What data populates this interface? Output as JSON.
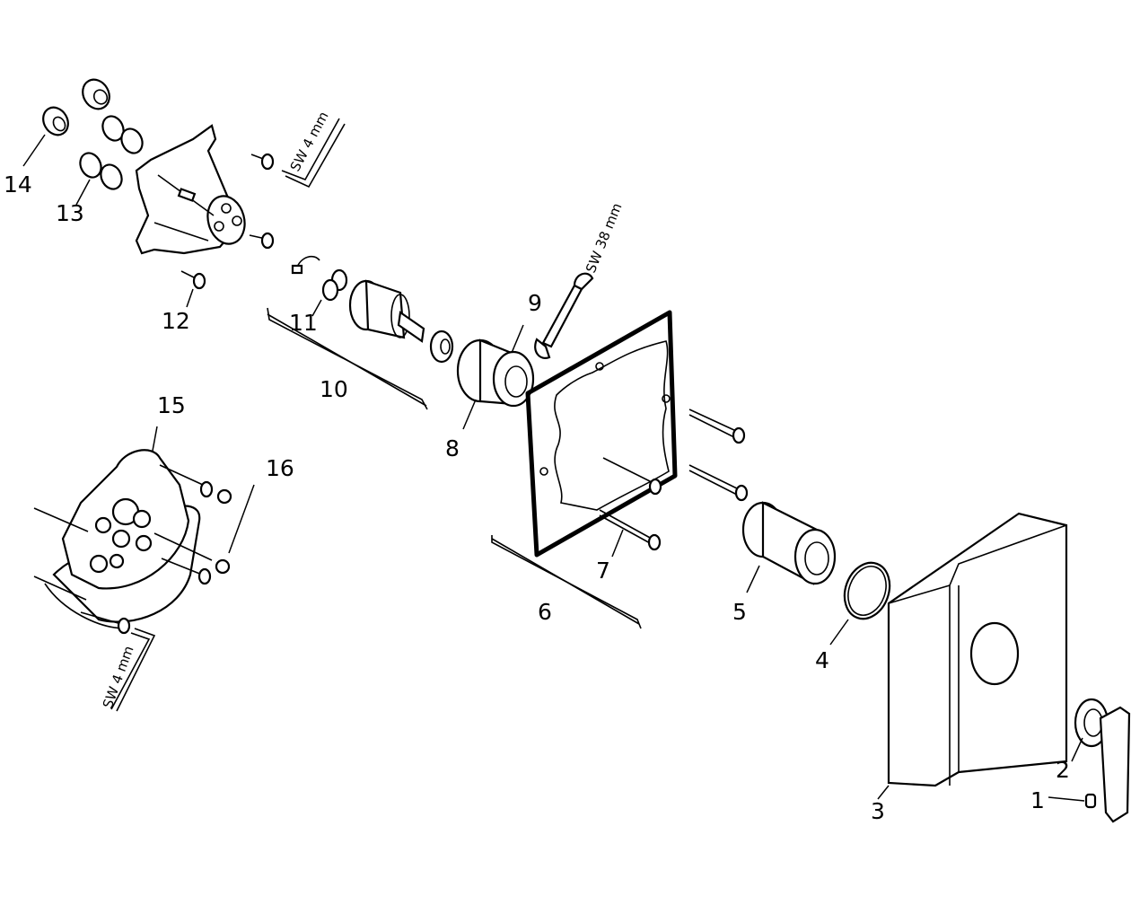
{
  "parts": {
    "p1": "1",
    "p2": "2",
    "p3": "3",
    "p4": "4",
    "p5": "5",
    "p6": "6",
    "p7": "7",
    "p8": "8",
    "p9": "9",
    "p10": "10",
    "p11": "11",
    "p12": "12",
    "p13": "13",
    "p14": "14",
    "p15": "15",
    "p16": "16"
  },
  "tools": {
    "hex_key_top": "SW 4 mm",
    "wrench": "SW 38 mm",
    "hex_key_bottom": "SW 4 mm"
  },
  "icons": [
    "hex-key-icon",
    "open-end-wrench-icon"
  ]
}
